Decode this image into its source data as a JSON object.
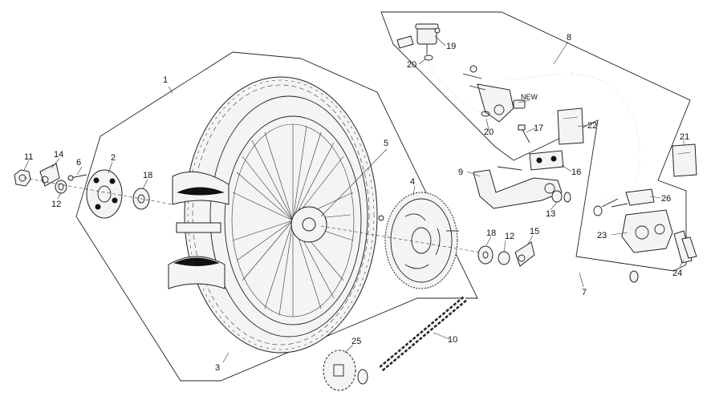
{
  "labels": {
    "n1": "1",
    "n2": "2",
    "n3": "3",
    "n4": "4",
    "n5": "5",
    "n6": "6",
    "n7": "7",
    "n8": "8",
    "n9": "9",
    "n10": "10",
    "n11": "11",
    "n12a": "12",
    "n12b": "12",
    "n13": "13",
    "n14": "14",
    "n15": "15",
    "n16": "16",
    "n17": "17",
    "n18a": "18",
    "n18b": "18",
    "n19": "19",
    "n20a": "20",
    "n20b": "20",
    "n21": "21",
    "n22": "22",
    "n23": "23",
    "n24": "24",
    "n25": "25",
    "n26": "26"
  },
  "notes": {
    "new_tag": "NEW"
  }
}
